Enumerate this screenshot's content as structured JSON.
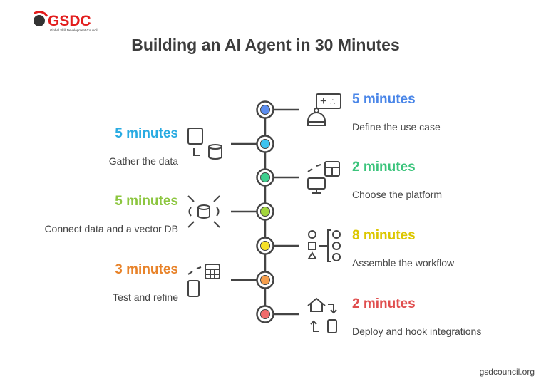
{
  "logo": {
    "text": "GSDC",
    "subtitle": "Global Skill Development Council"
  },
  "title": "Building an AI Agent in 30 Minutes",
  "steps": [
    {
      "minutes": "5 minutes",
      "label": "Define the use case",
      "side": "right",
      "color": "#5b8def",
      "text_color": "#4a86e8",
      "icon": "robot-controller-icon"
    },
    {
      "minutes": "5 minutes",
      "label": "Gather the data",
      "side": "left",
      "color": "#3ec3f0",
      "text_color": "#29abe2",
      "icon": "image-to-database-icon"
    },
    {
      "minutes": "2 minutes",
      "label": "Choose the platform",
      "side": "right",
      "color": "#3ecf8e",
      "text_color": "#3cc47c",
      "icon": "monitor-table-icon"
    },
    {
      "minutes": "5 minutes",
      "label": "Connect data and a vector DB",
      "side": "left",
      "color": "#a3d63d",
      "text_color": "#8cc63f",
      "icon": "database-expand-icon"
    },
    {
      "minutes": "8 minutes",
      "label": "Assemble the workflow",
      "side": "right",
      "color": "#f5e02a",
      "text_color": "#dcc700",
      "icon": "shapes-workflow-icon"
    },
    {
      "minutes": "3 minutes",
      "label": "Test and refine",
      "side": "left",
      "color": "#f59e4c",
      "text_color": "#e8832a",
      "icon": "mobile-table-icon"
    },
    {
      "minutes": "2 minutes",
      "label": "Deploy and hook integrations",
      "side": "right",
      "color": "#f06b6b",
      "text_color": "#e04e4e",
      "icon": "home-mobile-cycle-icon"
    }
  ],
  "footer": "gsdcouncil.org"
}
